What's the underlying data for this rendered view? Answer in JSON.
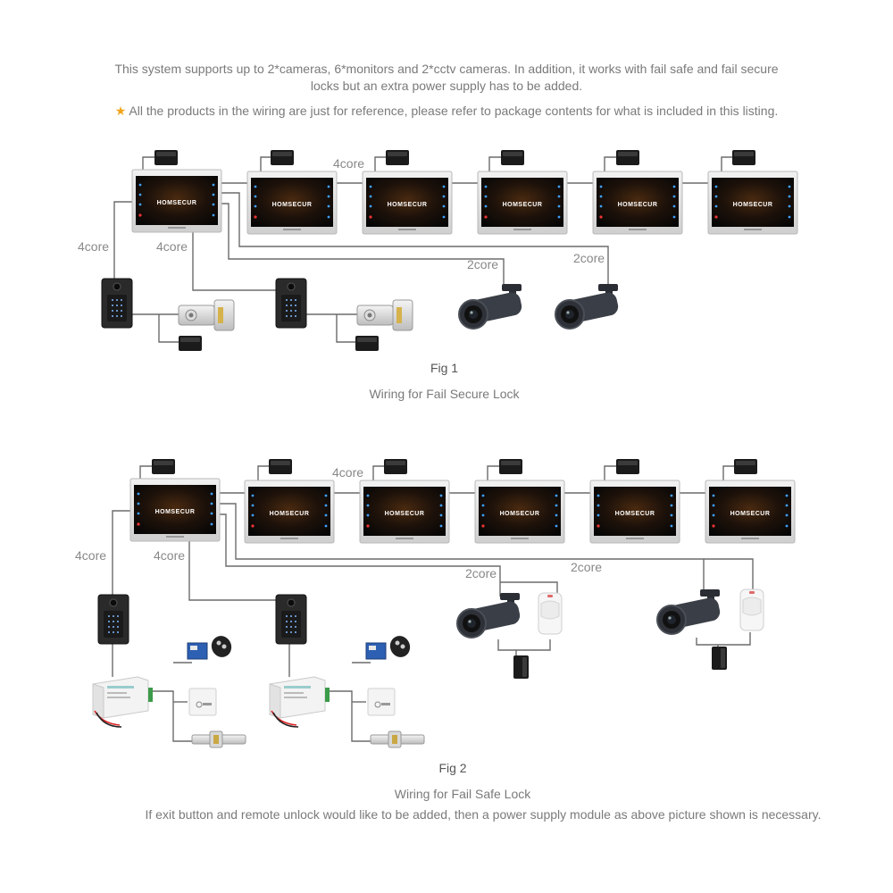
{
  "intro": {
    "line1": "This system supports up to 2*cameras, 6*monitors and 2*cctv cameras. In addition, it works with fail safe and fail secure",
    "line2": "locks but an extra power supply has to be added.",
    "note": "All the products in the wiring are just for reference, please refer to package contents for what is included in this listing."
  },
  "brand": "HOMSECUR",
  "fig1": {
    "label": "Fig 1",
    "caption": "Wiring for Fail Secure Lock",
    "wire_labels": {
      "monitors": "4core",
      "door_left": "4core",
      "door_right": "4core",
      "camera1": "2core",
      "camera2": "2core"
    }
  },
  "fig2": {
    "label": "Fig 2",
    "caption": "Wiring for Fail Safe Lock",
    "note": "If exit button and remote unlock would like to be added, then a power supply module as above picture shown is necessary.",
    "wire_labels": {
      "monitors": "4core",
      "door_left": "4core",
      "door_right": "4core",
      "camera1": "2core",
      "camera2": "2core"
    }
  },
  "colors": {
    "wire": "#6b6b6b",
    "frame": "#d9d9d9",
    "screen": "#1a1008",
    "accent": "#f0a51c"
  }
}
